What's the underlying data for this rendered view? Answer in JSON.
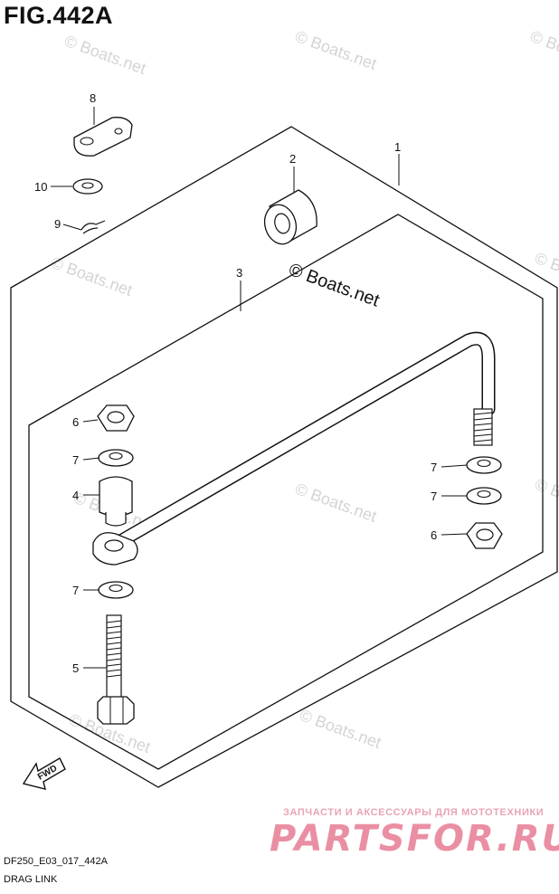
{
  "figure": {
    "title": "FIG.442A"
  },
  "watermarks": {
    "small": "© Boats.net",
    "main": "© Boats.net"
  },
  "callouts": {
    "c1": "1",
    "c2": "2",
    "c3": "3",
    "c4": "4",
    "c5": "5",
    "c6a": "6",
    "c6b": "6",
    "c7a": "7",
    "c7b": "7",
    "c7c": "7",
    "c7d": "7",
    "c8": "8",
    "c9": "9",
    "c10": "10"
  },
  "fwd_label": "FWD",
  "footer": {
    "code": "DF250_E03_017_442A",
    "name": "DRAG LINK"
  },
  "brand": {
    "subtitle": "ЗАПЧАСТИ И АКСЕССУАРЫ ДЛЯ МОТОТЕХНИКИ",
    "logo": "PARTSFOR.RU"
  }
}
